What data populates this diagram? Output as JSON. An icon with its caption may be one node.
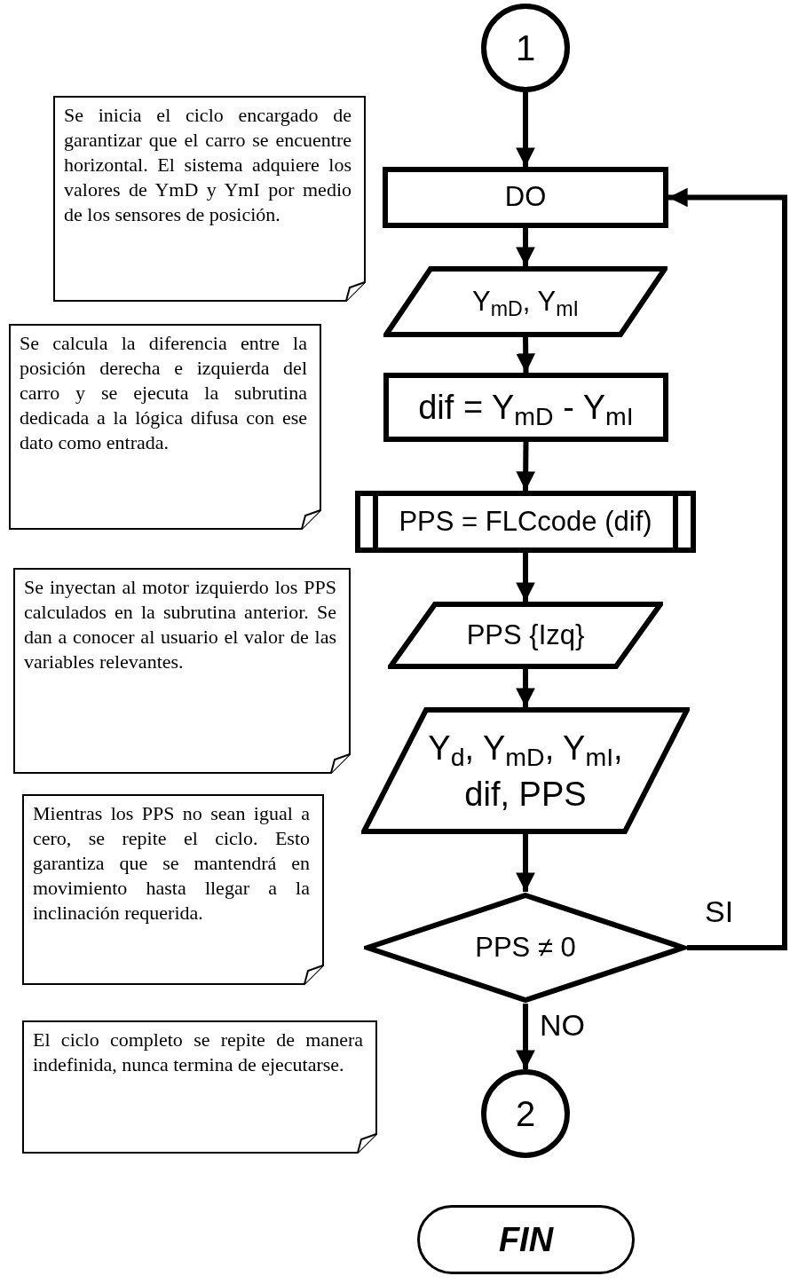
{
  "diagram": {
    "nodes": [
      {
        "text": [
          "1"
        ]
      },
      {
        "text": [
          "Se inicia el ciclo encargado de garantizar que el carro se encuentre horizontal. El sistema adquiere los valores de YmD y YmI por medio de los sensores de posición."
        ]
      },
      {
        "text": [
          "DO"
        ]
      },
      {
        "text": [
          "Y$_{mD}$, Y$_{mI}$"
        ]
      },
      {
        "text": [
          "Se calcula la diferencia entre la posición derecha e izquierda del carro y se ejecuta la subrutina dedicada a la lógica difusa con ese dato como entrada."
        ]
      },
      {
        "text": [
          "dif = Y$_{mD}$ - Y$_{mI}$"
        ]
      },
      {
        "text": [
          "PPS = FLCcode (dif)"
        ]
      },
      {
        "text": [
          "Se inyectan al motor izquierdo los PPS calculados en la subrutina anterior. Se dan a conocer al usuario el valor de las variables relevantes."
        ]
      },
      {
        "text": [
          "PPS {Izq}"
        ]
      },
      {
        "text": [
          "Y$_{d}$, Y$_{mD}$, Y$_{mI}$, dif, PPS"
        ]
      },
      {
        "text": [
          "Mientras los PPS no sean igual a cero, se repite el ciclo. Esto garantiza que se mantendrá en movimiento hasta llegar a la inclinación requerida."
        ]
      },
      {
        "text": [
          "PPS ≠ 0"
        ]
      },
      {
        "text": [
          "El ciclo completo se repite de manera indefinida, nunca termina de ejecutarse."
        ]
      },
      {
        "text": [
          "2"
        ]
      },
      {
        "text": [
          "FIN"
        ]
      }
    ],
    "edges": [
      {
        "from": 0,
        "to": 2,
        "arrow": "to"
      },
      {
        "from": 2,
        "to": 3,
        "arrow": "to"
      },
      {
        "from": 3,
        "to": 5,
        "arrow": "to"
      },
      {
        "from": 5,
        "to": 6,
        "arrow": "to"
      },
      {
        "from": 6,
        "to": 8,
        "arrow": "to"
      },
      {
        "from": 8,
        "to": 9,
        "arrow": "to"
      },
      {
        "from": 9,
        "to": 11,
        "arrow": "to"
      },
      {
        "from": 11,
        "to": 13,
        "arrow": "to",
        "label": "NO"
      },
      {
        "from": 11,
        "to": 2,
        "arrow": "to",
        "label": "SI"
      }
    ]
  }
}
